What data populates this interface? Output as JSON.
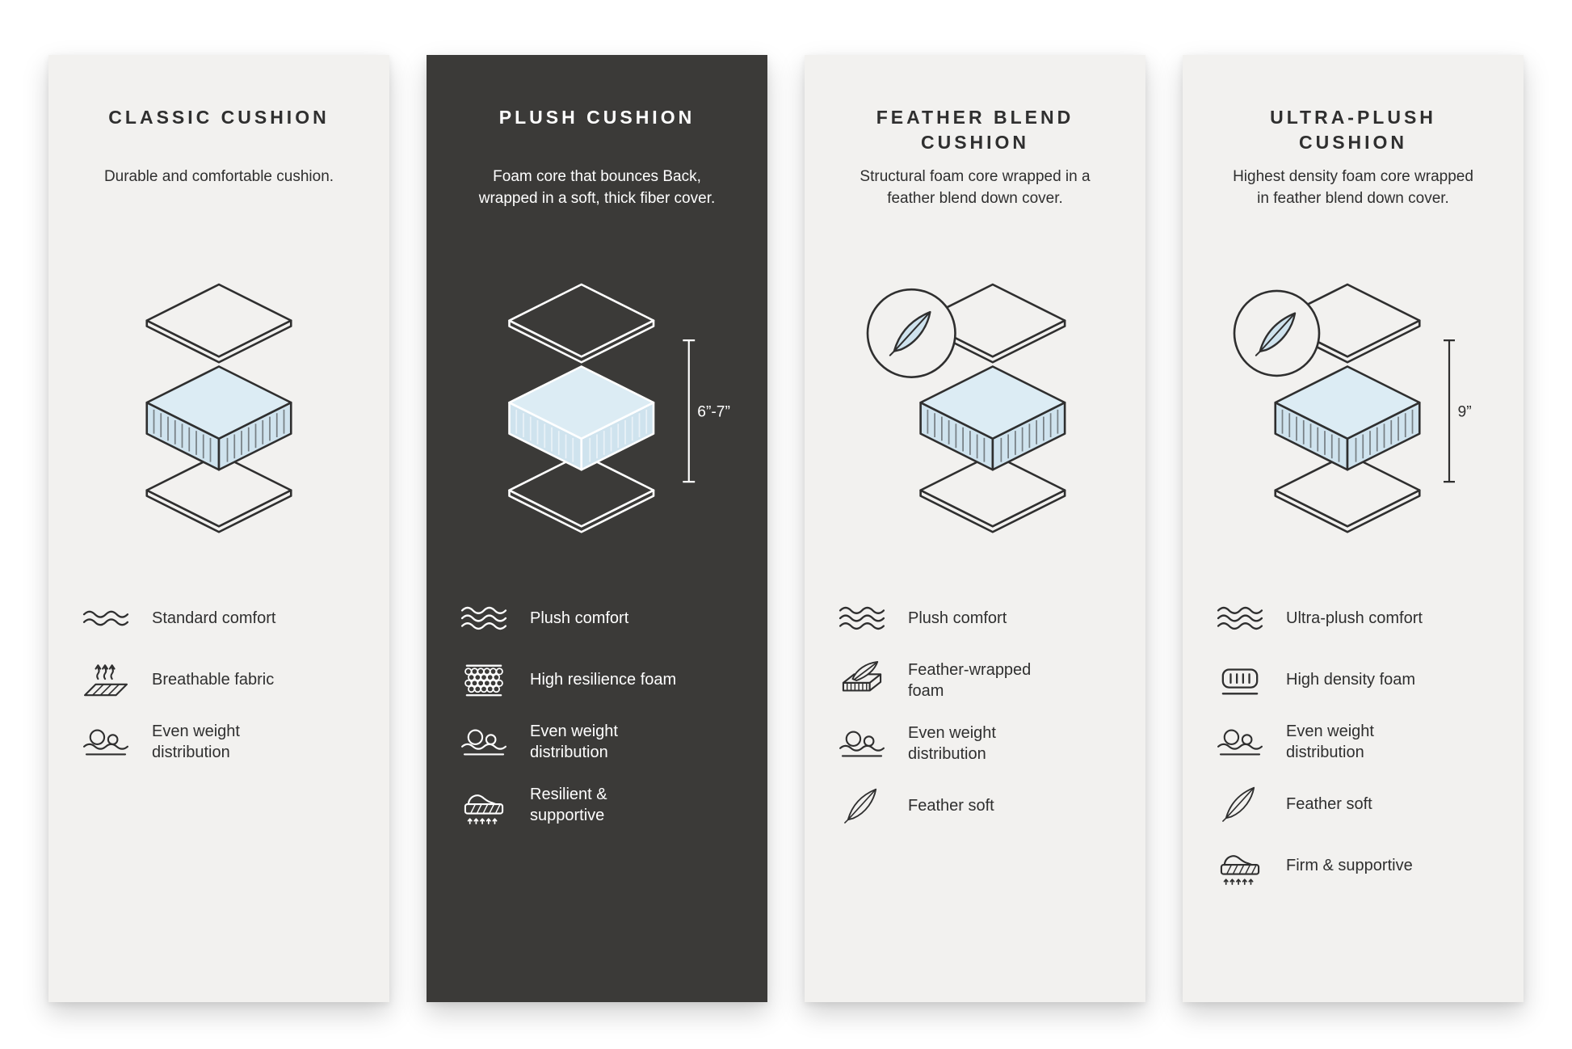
{
  "colors": {
    "page_background": "#ffffff",
    "light_card_background": "#f2f1ef",
    "dark_card_background": "#3b3a38",
    "foam_blue": "#cfe3ee",
    "foam_blue_top": "#dcecf4",
    "outline": "#303030"
  },
  "cards": [
    {
      "id": "classic-cushion",
      "theme": "light",
      "title": "CLASSIC CUSHION",
      "description": "Durable and comfortable cushion.",
      "has_feather_badge": false,
      "features": [
        {
          "icon": "waves-2-icon",
          "label": "Standard comfort"
        },
        {
          "icon": "breathable-icon",
          "label": "Breathable fabric"
        },
        {
          "icon": "weight-distribution-icon",
          "label": "Even weight distribution"
        }
      ]
    },
    {
      "id": "plush-cushion",
      "theme": "dark",
      "title": "PLUSH CUSHION",
      "description": "Foam core that bounces Back, wrapped in a soft, thick fiber cover.",
      "has_feather_badge": false,
      "dimension_label": "6”-7”",
      "features": [
        {
          "icon": "waves-3-icon",
          "label": "Plush comfort"
        },
        {
          "icon": "foam-cells-icon",
          "label": "High resilience foam"
        },
        {
          "icon": "weight-distribution-icon",
          "label": "Even weight distribution"
        },
        {
          "icon": "supportive-icon",
          "label": "Resilient & supportive"
        }
      ]
    },
    {
      "id": "feather-blend-cushion",
      "theme": "light",
      "title": "FEATHER BLEND CUSHION",
      "description": "Structural foam core wrapped in a feather blend down cover.",
      "has_feather_badge": true,
      "features": [
        {
          "icon": "waves-3-icon",
          "label": "Plush comfort"
        },
        {
          "icon": "feather-foam-icon",
          "label": "Feather-wrapped foam"
        },
        {
          "icon": "weight-distribution-icon",
          "label": "Even weight distribution"
        },
        {
          "icon": "feather-icon",
          "label": "Feather soft"
        }
      ]
    },
    {
      "id": "ultra-plush-cushion",
      "theme": "light",
      "title": "ULTRA-PLUSH CUSHION",
      "description": "Highest density foam core wrapped in feather blend down cover.",
      "has_feather_badge": true,
      "dimension_label": "9”",
      "features": [
        {
          "icon": "waves-3-icon",
          "label": "Ultra-plush comfort"
        },
        {
          "icon": "density-foam-icon",
          "label": "High density foam"
        },
        {
          "icon": "weight-distribution-icon",
          "label": "Even weight distribution"
        },
        {
          "icon": "feather-icon",
          "label": "Feather soft"
        },
        {
          "icon": "supportive-icon",
          "label": "Firm & supportive"
        }
      ]
    }
  ]
}
